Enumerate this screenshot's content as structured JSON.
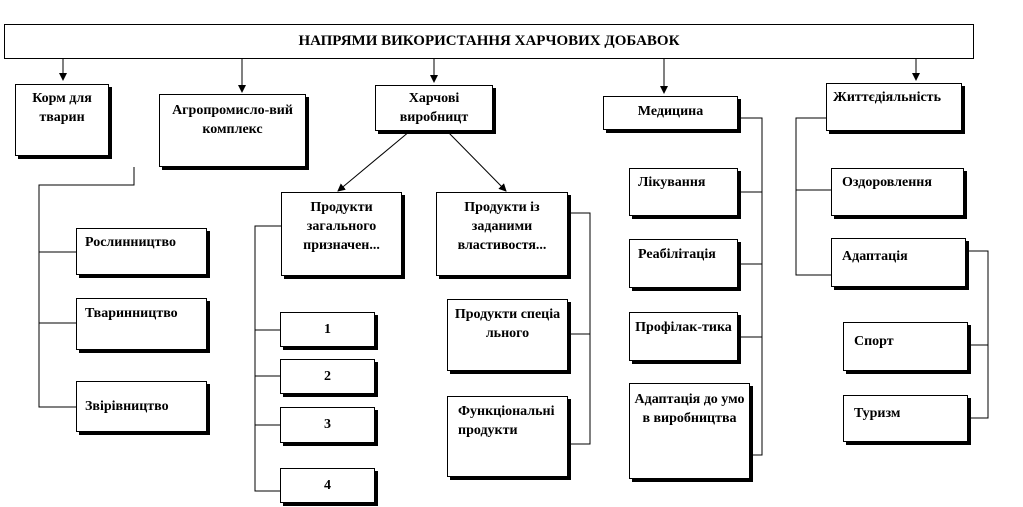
{
  "title": "НАПРЯМИ ВИКОРИСТАННЯ ХАРЧОВИХ ДОБАВОК",
  "branches": {
    "feed": "Корм для тварин",
    "agro": "Агропромисло-вий комплекс",
    "food": "Харчові виробницт",
    "medicine": "Медицина",
    "life": "Життєдіяльність"
  },
  "agro_items": [
    "Рослинництво",
    "Тваринництво",
    "Звірівництво"
  ],
  "food_products": {
    "general": "Продукти загального призначен...",
    "specified": "Продукти із заданими властивостя...",
    "general_items": [
      "1",
      "2",
      "3",
      "4"
    ],
    "specified_items": [
      "Продукти спеціального",
      "Функціональні продукти"
    ]
  },
  "medicine_items": [
    "Лікування",
    "Реабілітація",
    "Профілак-тика",
    "Адаптація до умов виробництва"
  ],
  "life_items": [
    "Оздоровлення",
    "Адаптація"
  ],
  "adaptation_items": [
    "Спорт",
    "Туризм"
  ]
}
